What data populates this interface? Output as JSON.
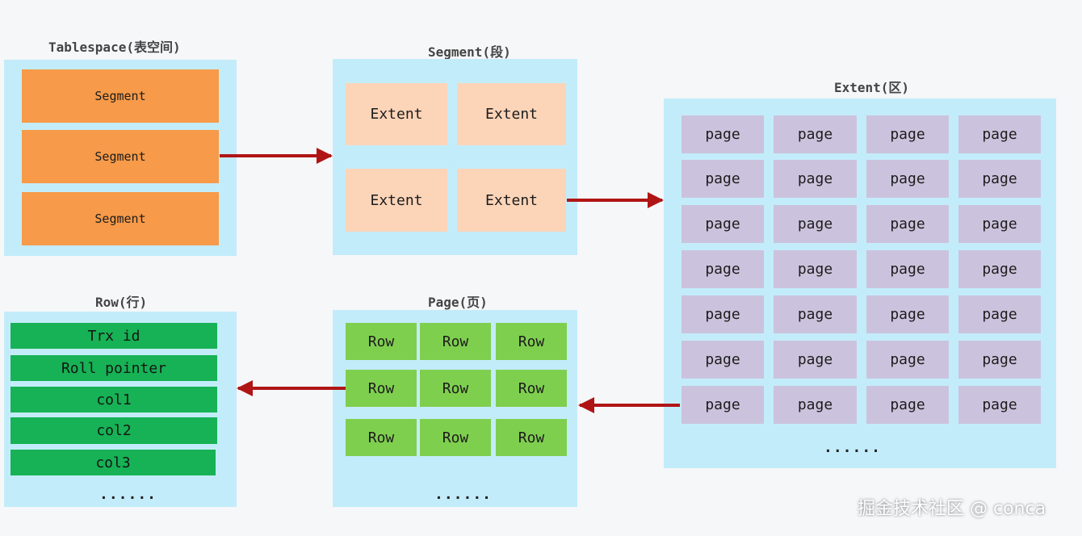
{
  "tablespace": {
    "title": "Tablespace(表空间)",
    "segments": [
      "Segment",
      "Segment",
      "Segment"
    ]
  },
  "segment": {
    "title": "Segment(段)",
    "extents": [
      "Extent",
      "Extent",
      "Extent",
      "Extent"
    ]
  },
  "extent": {
    "title": "Extent(区)",
    "page_label": "page",
    "page_rows": 7,
    "page_cols": 4,
    "ellipsis": "......"
  },
  "page": {
    "title": "Page(页)",
    "row_label": "Row",
    "grid_rows": 3,
    "grid_cols": 3,
    "ellipsis": "......"
  },
  "row": {
    "title": "Row(行)",
    "fields": [
      "Trx id",
      "Roll pointer",
      "col1",
      "col2",
      "col3"
    ],
    "ellipsis": "......"
  },
  "watermark": "掘金技术社区 @ conca",
  "colors": {
    "panel": "#c3ecfa",
    "segment": "#f79a49",
    "extent": "#fcd4b8",
    "page": "#cbc3dd",
    "row": "#7fcf4f",
    "field": "#16b255",
    "arrow": "#b01515"
  }
}
